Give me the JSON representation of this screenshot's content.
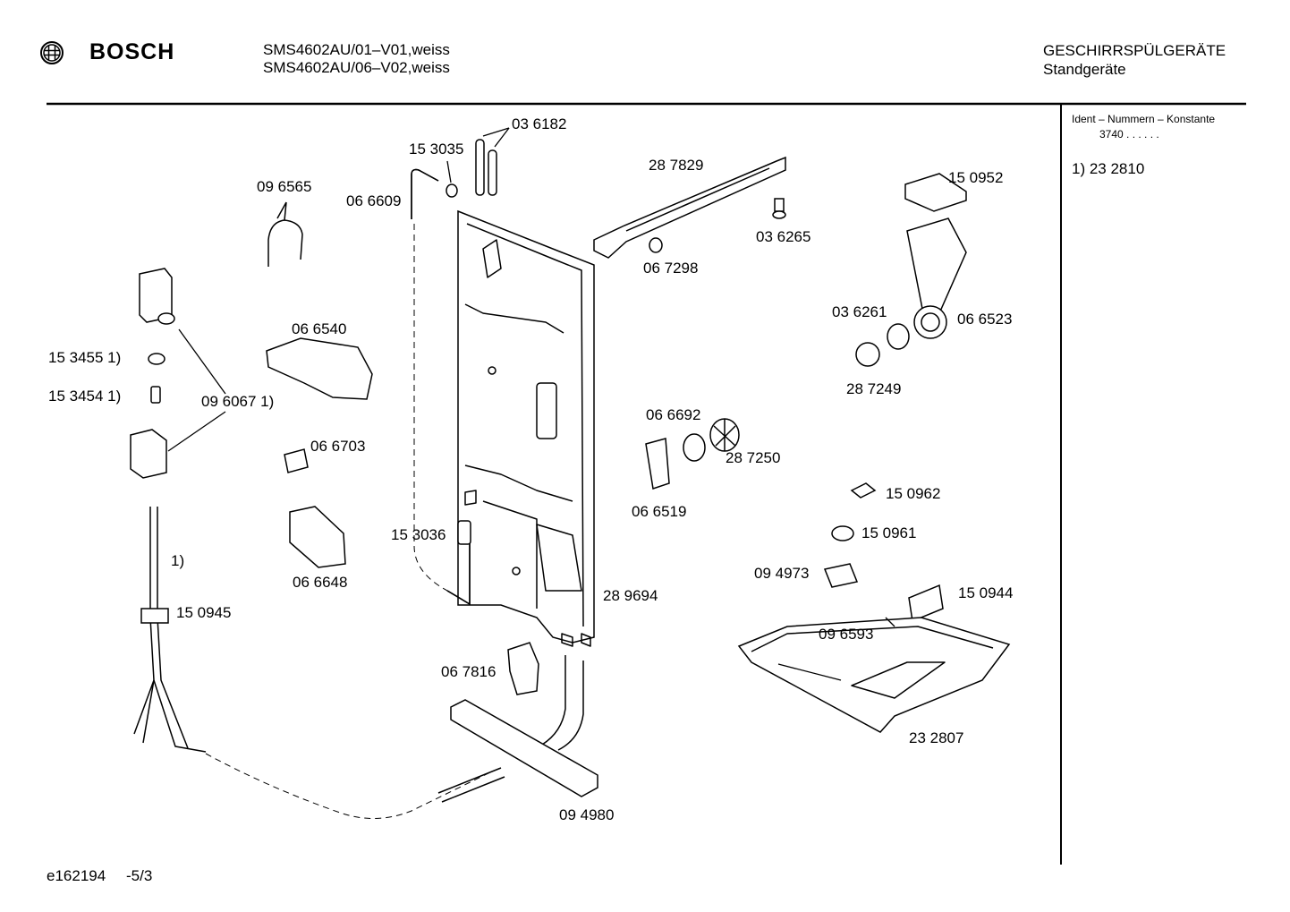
{
  "header": {
    "brand": "BOSCH",
    "models": [
      "SMS4602AU/01–V01,weiss",
      "SMS4602AU/06–V02,weiss"
    ],
    "category": "GESCHIRRSPÜLGERÄTE",
    "subcategory": "Standgeräte"
  },
  "sidebar": {
    "ident_title": "Ident – Nummern – Konstante",
    "ident_value": "3740  .  .  .  .  .  .",
    "note": "1)  23 2810"
  },
  "labels": {
    "p036182": "03 6182",
    "p153035": "15 3035",
    "p096565": "09 6565",
    "p066609": "06 6609",
    "p287829": "28 7829",
    "p150952": "15 0952",
    "p036265": "03 6265",
    "p067298": "06 7298",
    "p036261": "03 6261",
    "p066523": "06 6523",
    "p153455": "15 3455  1)",
    "p066540": "06 6540",
    "p153454": "15 3454  1)",
    "p096067": "09 6067  1)",
    "p287249": "28 7249",
    "p066692": "06 6692",
    "p066703": "06 6703",
    "p287250": "28 7250",
    "p066519": "06 6519",
    "p150962": "15 0962",
    "p153036": "15 3036",
    "p150961": "15 0961",
    "note1": "1)",
    "p066648": "06 6648",
    "p094973": "09 4973",
    "p150944": "15 0944",
    "p150945": "15 0945",
    "p289694": "28 9694",
    "p096593": "09 6593",
    "p067816": "06 7816",
    "p232807": "23 2807",
    "p094980": "09 4980"
  },
  "footer": {
    "code": "e162194",
    "page": "-5/3"
  }
}
